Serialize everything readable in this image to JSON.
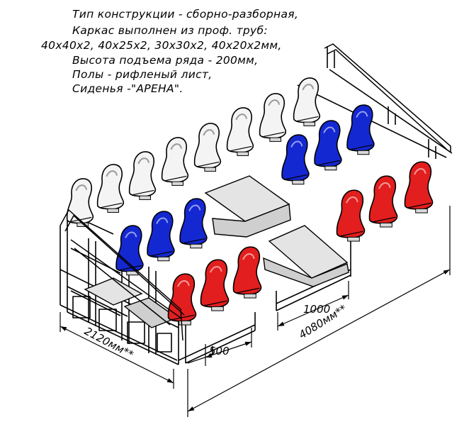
{
  "notes": [
    "Тип конструкции - сборно-разборная,",
    "Каркас выполнен из проф. труб:",
    "40x40x2, 40x25x2, 30x30x2, 40x20x2мм,",
    "Высота подъема ряда - 200мм,",
    "Полы - рифленый лист,",
    "Сиденья -\"АРЕНА\"."
  ],
  "dimensions": {
    "depth": "2120мм**",
    "length": "4080мм**",
    "step_width": "500",
    "section_width": "1000"
  },
  "colors": {
    "seat_white": "#f4f4f4",
    "seat_blue": "#1428d2",
    "seat_red": "#e21e1e",
    "frame": "#000000",
    "floor": "#e4e4e4"
  }
}
